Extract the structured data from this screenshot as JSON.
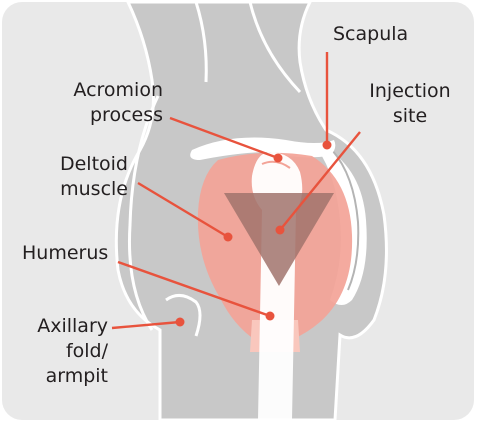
{
  "labels": {
    "scapula": "Scapula",
    "acromion_line1": "Acromion",
    "acromion_line2": "process",
    "injection_line1": "Injection",
    "injection_line2": "site",
    "deltoid_line1": "Deltoid",
    "deltoid_line2": "muscle",
    "humerus": "Humerus",
    "axillary_line1": "Axillary",
    "axillary_line2": "fold/",
    "axillary_line3": "armpit"
  },
  "colors": {
    "background_panel": "#e9e9e9",
    "body_fill": "#c8c8c8",
    "body_outline": "#ffffff",
    "muscle_fill": "#f3a397",
    "bone_fill": "#ffffff",
    "injection_triangle": "#a1736c",
    "leader_line": "#e8533d",
    "label_text": "#231f20"
  }
}
